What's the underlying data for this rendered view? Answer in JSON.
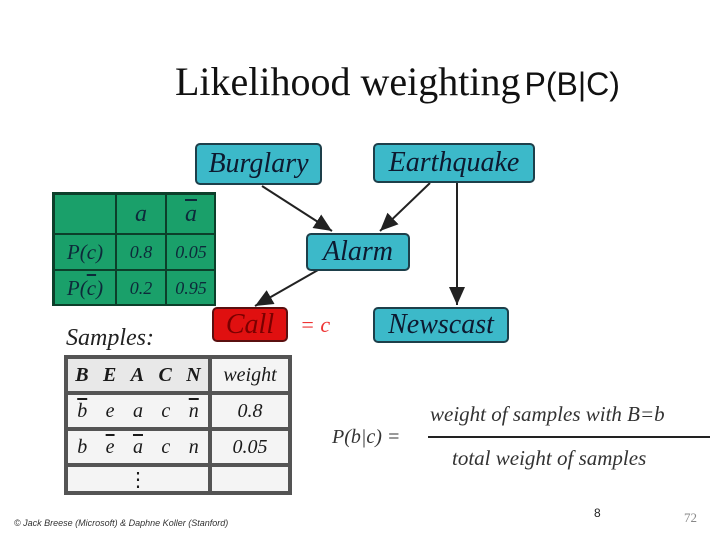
{
  "title": {
    "main": "Likelihood weighting",
    "suffix": "P(B|C)"
  },
  "network": {
    "nodes": {
      "burglary": "Burglary",
      "earthquake": "Earthquake",
      "alarm": "Alarm",
      "call": "Call",
      "newscast": "Newscast"
    },
    "call_evidence": "= c",
    "colors": {
      "node": "#3cb9c9",
      "evidence_node": "#e01010",
      "cpt": "#1aa06a"
    }
  },
  "cpt": {
    "col_headers": [
      "a",
      "a"
    ],
    "col_overline": [
      false,
      true
    ],
    "rows": [
      {
        "label": "P(c)",
        "values": [
          "0.8",
          "0.05"
        ]
      },
      {
        "label": "P(c)",
        "label_bar": true,
        "values": [
          "0.2",
          "0.95"
        ]
      }
    ]
  },
  "samples": {
    "label": "Samples:",
    "header_vars": [
      "B",
      "E",
      "A",
      "C",
      "N"
    ],
    "header_weight": "weight",
    "rows": [
      {
        "vars": [
          "b",
          "e",
          "a",
          "c",
          "n"
        ],
        "bars": [
          true,
          false,
          false,
          false,
          true
        ],
        "weight": "0.8"
      },
      {
        "vars": [
          "b",
          "e",
          "a",
          "c",
          "n"
        ],
        "bars": [
          false,
          true,
          true,
          false,
          false
        ],
        "weight": "0.05"
      }
    ],
    "ellipsis": "⋮"
  },
  "formula": {
    "lhs": "P(b|c) =",
    "numerator": "weight of samples with B=b",
    "denominator": "total weight of samples"
  },
  "footer": {
    "credit": "© Jack Breese (Microsoft) & Daphne Koller (Stanford)",
    "page_number": "8",
    "slide_number": "72"
  }
}
